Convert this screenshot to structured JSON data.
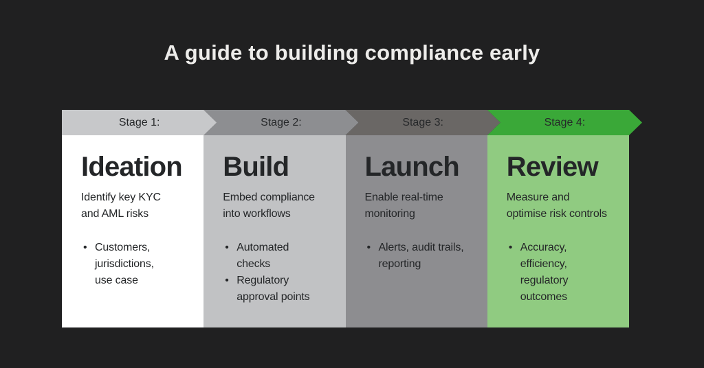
{
  "title": "A guide to building compliance early",
  "colors": {
    "background": "#202021",
    "title_text": "#edecea",
    "body_text": "#242628",
    "stage4_accent_green": "#3aa838",
    "stage4_body_green": "#90cb81"
  },
  "stages": [
    {
      "label": "Stage 1:",
      "heading": "Ideation",
      "description": "Identify key KYC\nand AML risks",
      "bullets": [
        "Customers,\njurisdictions,\nuse case"
      ],
      "header_color": "#c7c8ca",
      "body_color": "#ffffff"
    },
    {
      "label": "Stage 2:",
      "heading": "Build",
      "description": "Embed compliance\ninto workflows",
      "bullets": [
        "Automated\nchecks",
        "Regulatory\napproval points"
      ],
      "header_color": "#8d8e91",
      "body_color": "#c1c2c4"
    },
    {
      "label": "Stage 3:",
      "heading": "Launch",
      "description": "Enable real-time\nmonitoring",
      "bullets": [
        "Alerts, audit trails,\nreporting"
      ],
      "header_color": "#6a6765",
      "body_color": "#8d8d90"
    },
    {
      "label": "Stage 4:",
      "heading": "Review",
      "description": "Measure and\noptimise risk controls",
      "bullets": [
        "Accuracy,\nefficiency,\nregulatory\noutcomes"
      ],
      "header_color": "#3aa838",
      "body_color": "#90cb81"
    }
  ]
}
